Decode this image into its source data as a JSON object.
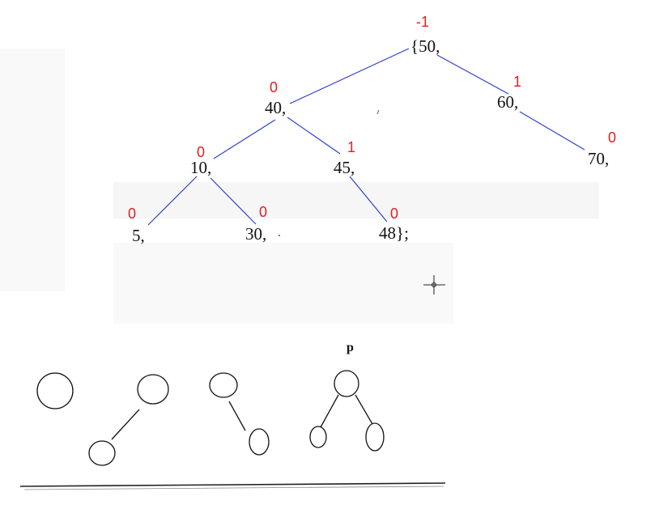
{
  "colors": {
    "edge": "#2f3fd0",
    "balance_factor": "#e02020",
    "text": "#111111"
  },
  "tree": {
    "nodes": [
      {
        "id": "n50",
        "label": "{50,",
        "bf": "-1"
      },
      {
        "id": "n40",
        "label": "40,",
        "bf": "0"
      },
      {
        "id": "n60",
        "label": "60,",
        "bf": "1"
      },
      {
        "id": "n10",
        "label": "10,",
        "bf": "0"
      },
      {
        "id": "n45",
        "label": "45,",
        "bf": "1"
      },
      {
        "id": "n70",
        "label": "70,",
        "bf": "0"
      },
      {
        "id": "n5",
        "label": "5,",
        "bf": "0"
      },
      {
        "id": "n30",
        "label": "30,",
        "bf": "0"
      },
      {
        "id": "n48",
        "label": "48};",
        "bf": "0"
      }
    ],
    "edges": [
      [
        "n50",
        "n40"
      ],
      [
        "n50",
        "n60"
      ],
      [
        "n60",
        "n70"
      ],
      [
        "n40",
        "n10"
      ],
      [
        "n40",
        "n45"
      ],
      [
        "n10",
        "n5"
      ],
      [
        "n10",
        "n30"
      ],
      [
        "n45",
        "n48"
      ]
    ]
  },
  "shapes": {
    "label": "p"
  }
}
